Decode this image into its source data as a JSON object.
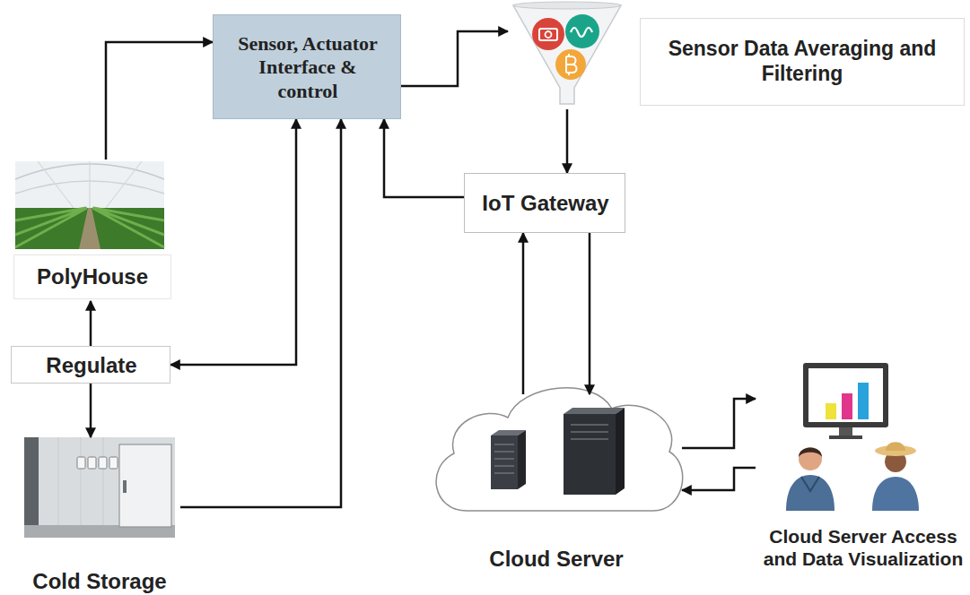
{
  "diagram": {
    "nodes": [
      {
        "text": [
          "Sensor, Actuator Interface & control"
        ]
      },
      {
        "text": [
          "Sensor Data Averaging and Filtering"
        ]
      },
      {
        "text": [
          "PolyHouse"
        ]
      },
      {
        "text": [
          "IoT Gateway"
        ]
      },
      {
        "text": [
          "Regulate"
        ]
      },
      {
        "text": [
          "Cloud Server"
        ]
      },
      {
        "text": [
          "Cold Storage"
        ]
      },
      {
        "text": [
          "Cloud Server Access and Data Visualization"
        ]
      }
    ],
    "edges": [
      {
        "from": 2,
        "to": 0,
        "arrow": "to"
      },
      {
        "from": 0,
        "to": 1,
        "arrow": "to"
      },
      {
        "from": 1,
        "to": 3,
        "arrow": "to"
      },
      {
        "from": 3,
        "to": 0,
        "arrow": "to"
      },
      {
        "from": 0,
        "to": 4,
        "arrow": "both"
      },
      {
        "from": 4,
        "to": 2,
        "arrow": "to"
      },
      {
        "from": 4,
        "to": 6,
        "arrow": "to"
      },
      {
        "from": 6,
        "to": 0,
        "arrow": "to"
      },
      {
        "from": 5,
        "to": 3,
        "arrow": "to"
      },
      {
        "from": 3,
        "to": 5,
        "arrow": "to"
      },
      {
        "from": 5,
        "to": 7,
        "arrow": "to"
      },
      {
        "from": 7,
        "to": 5,
        "arrow": "to"
      }
    ]
  }
}
